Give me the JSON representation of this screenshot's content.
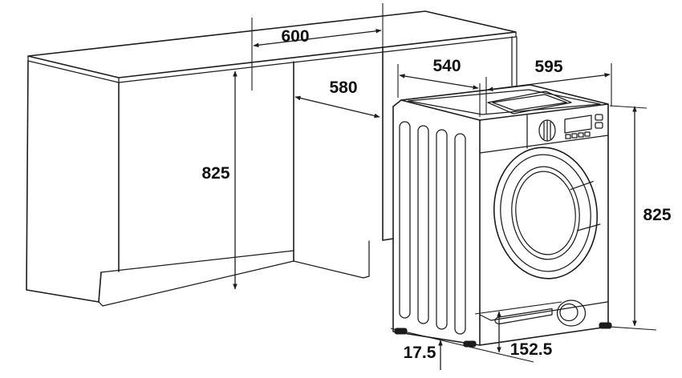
{
  "diagram": {
    "title": "built-in washing machine installation dimensions",
    "style": "isometric technical line drawing",
    "unit_hint": "mm",
    "line_color": "#1c1c1c",
    "background_color": "#ffffff",
    "parts": [
      "kitchen counter worktop",
      "cabinet with plinth",
      "open niche",
      "washing machine with porthole door, control panel, side vents, filter plinth, adjustable feet"
    ],
    "dimensions": {
      "niche_width_top": "600",
      "niche_depth": "580",
      "niche_height_left": "825",
      "machine_depth_top": "540",
      "machine_width_top": "595",
      "machine_height_right": "825",
      "foot_height": "17.5",
      "plinth_height": "152.5"
    }
  }
}
